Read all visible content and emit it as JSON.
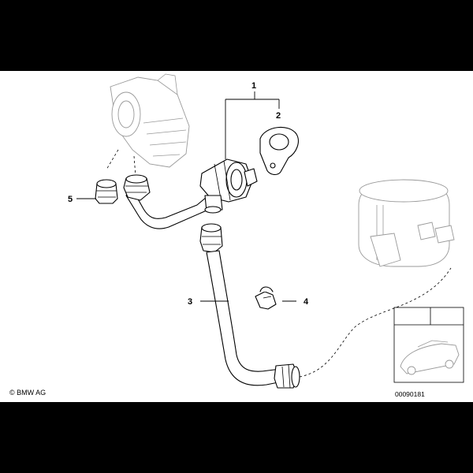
{
  "callouts": {
    "c1": "1",
    "c2": "2",
    "c3": "3",
    "c4": "4",
    "c5": "5"
  },
  "footer": {
    "copyright": "© BMW AG",
    "document_number": "00090181"
  }
}
